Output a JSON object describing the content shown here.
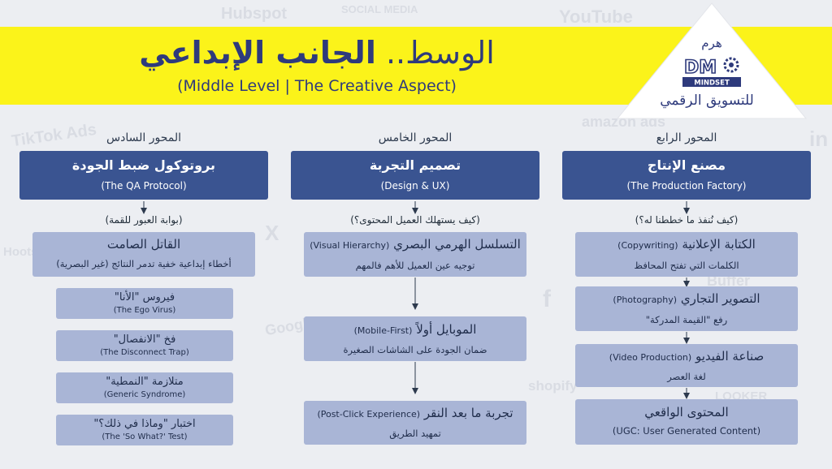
{
  "header": {
    "title_prefix": "الوسط..",
    "title_main": "الجانب الإبداعي",
    "subtitle": "(Middle Level | The Creative Aspect)"
  },
  "logo": {
    "top": "هرم",
    "badge_main": "DM",
    "badge_sub": "MINDSET",
    "bottom": "للتسويق الرقمي"
  },
  "background_marks": [
    "YouTube",
    "SOCIAL MEDIA",
    "TikTok Ads",
    "amazon ads",
    "Hubspot",
    "Google",
    "Buffer",
    "shopify",
    "Hootsuite",
    "LOOKER",
    "in",
    "f",
    "X"
  ],
  "columns": {
    "right": {
      "label": "المحور الرابع",
      "title": "مصنع الإنتاج",
      "title_en": "(The Production Factory)",
      "question": "(كيف نُنفذ ما خططنا له؟)",
      "items": [
        {
          "title": "الكتابة الإعلانية",
          "title_en": "(Copywriting)",
          "desc": "الكلمات التي تفتح المحافظ"
        },
        {
          "title": "التصوير التجاري",
          "title_en": "(Photography)",
          "desc": "رفع \"القيمة المدركة\""
        },
        {
          "title": "صناعة الفيديو",
          "title_en": "(Video Production)",
          "desc": "لغة العصر"
        },
        {
          "title": "المحتوى الواقعي",
          "title_en": "",
          "desc": "(UGC: User Generated Content)"
        }
      ]
    },
    "middle": {
      "label": "المحور الخامس",
      "title": "تصميم التجربة",
      "title_en": "(Design & UX)",
      "question": "(كيف يستهلك العميل المحتوى؟)",
      "items": [
        {
          "title": "التسلسل الهرمي البصري",
          "title_en": "(Visual Hierarchy)",
          "desc": "توجيه عين العميل للأهم فالمهم"
        },
        {
          "title": "الموبايل أولاً",
          "title_en": "(Mobile-First)",
          "desc": "ضمان الجودة على الشاشات الصغيرة"
        },
        {
          "title": "تجربة ما بعد النقر",
          "title_en": "(Post-Click Experience)",
          "desc": "تمهيد الطريق"
        }
      ]
    },
    "left": {
      "label": "المحور السادس",
      "title": "بروتوكول ضبط الجودة",
      "title_en": "(The QA Protocol)",
      "question": "(بوابة العبور للقمة)",
      "main_item": {
        "title": "القاتل الصامت",
        "desc": "أخطاء إبداعية خفية تدمر النتائج (غير البصرية)"
      },
      "items": [
        {
          "title": "فيروس \"الأنا\"",
          "desc": "(The Ego Virus)"
        },
        {
          "title": "فخ \"الانفصال\"",
          "desc": "(The Disconnect Trap)"
        },
        {
          "title": "متلازمة \"النمطية\"",
          "desc": "(Generic Syndrome)"
        },
        {
          "title": "اختبار \"وماذا في ذلك؟\"",
          "desc": "(The 'So What?' Test)"
        }
      ]
    }
  },
  "colors": {
    "header_band": "#fbf31a",
    "title_text": "#2e3a7c",
    "dark_box": "#3a5491",
    "light_box": "#a9b5d6",
    "background": "#eceef2"
  }
}
